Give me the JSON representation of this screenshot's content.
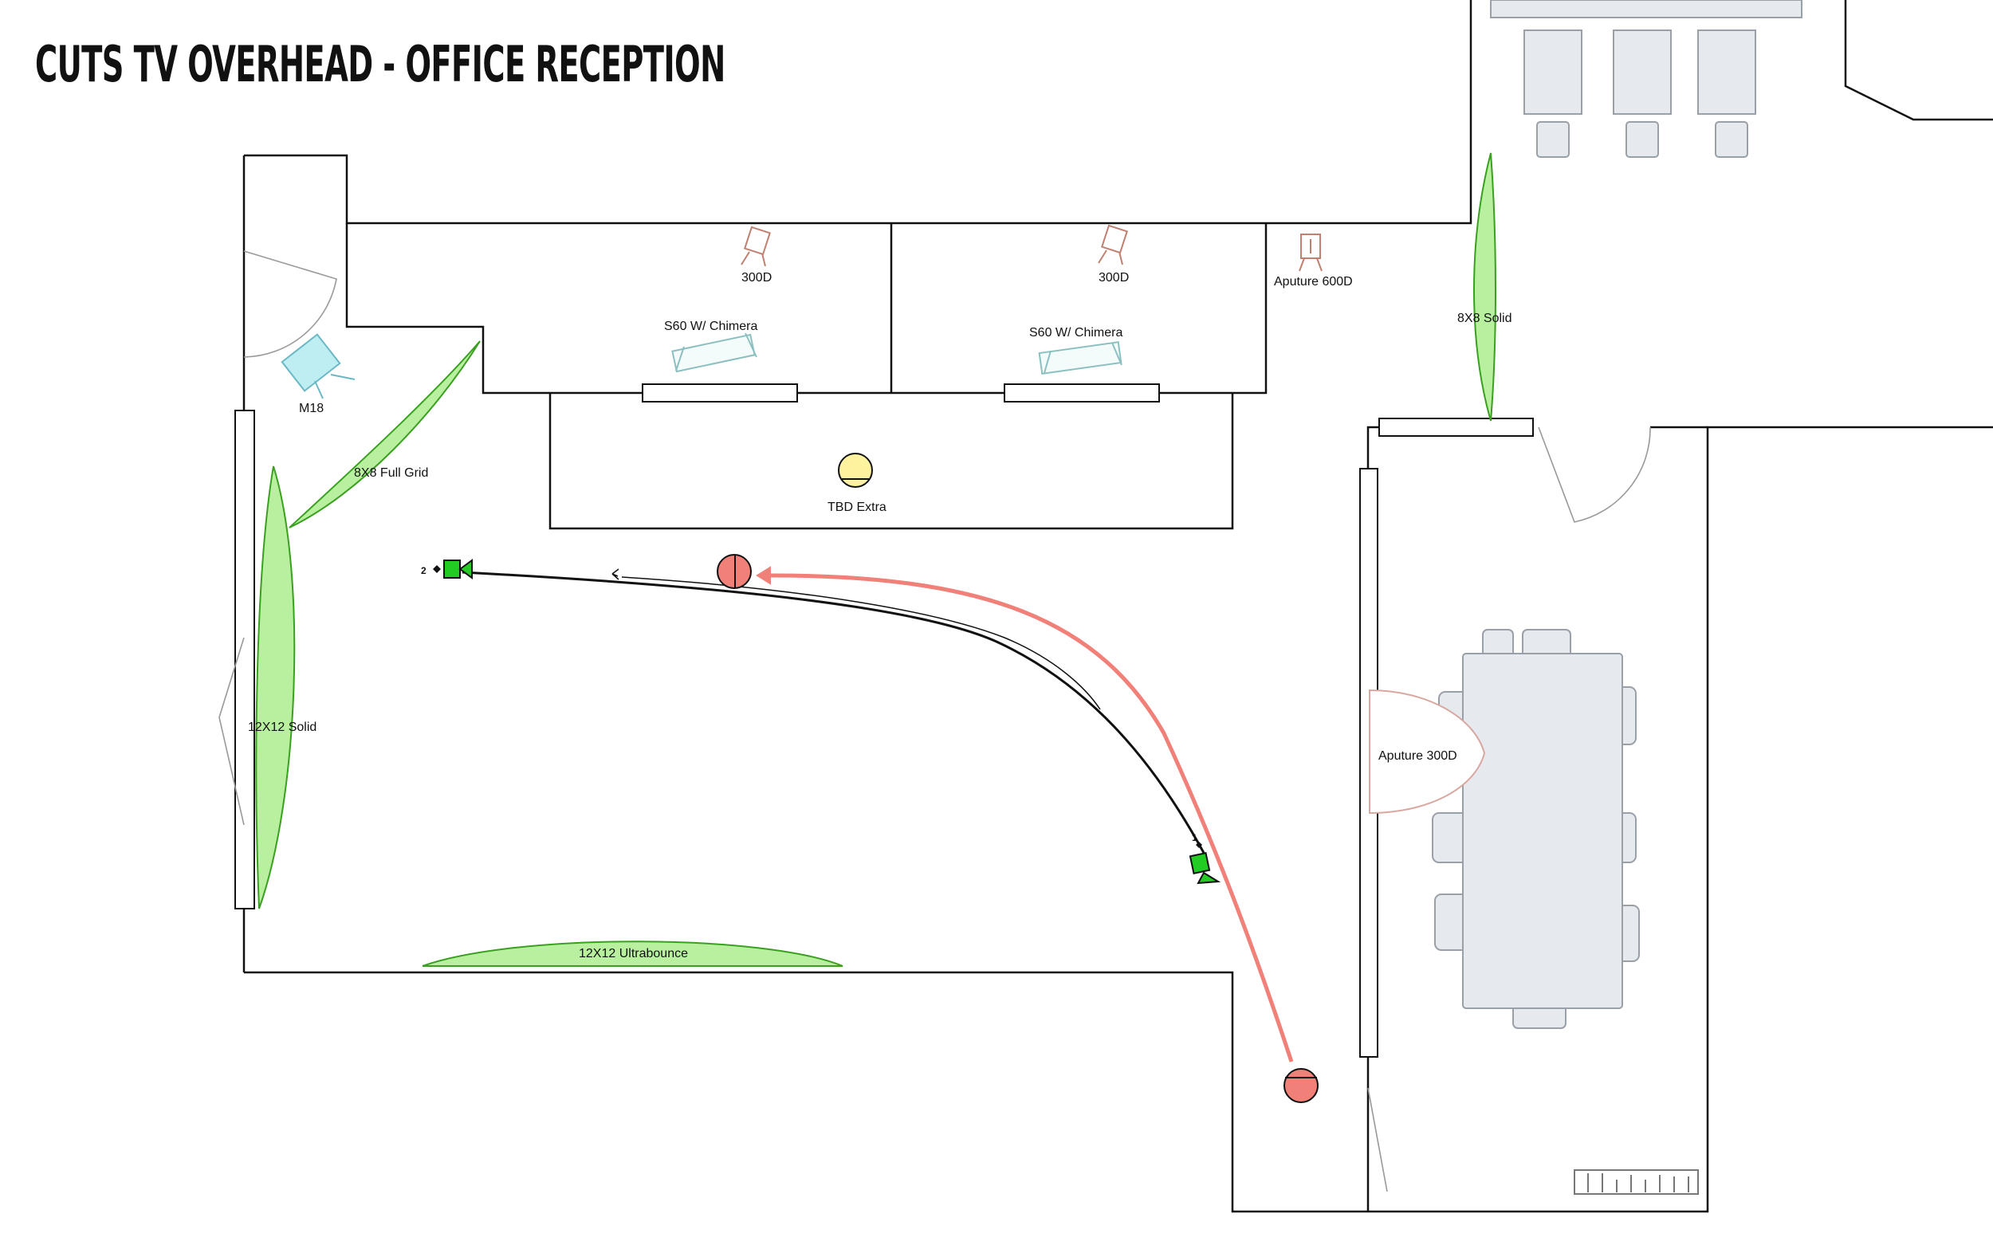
{
  "title": "CUTS TV OVERHEAD - OFFICE RECEPTION",
  "labels": {
    "light_300d_left": "300D",
    "light_300d_right": "300D",
    "aputure_600d": "Aputure 600D",
    "s60_left": "S60 W/ Chimera",
    "s60_right": "S60 W/ Chimera",
    "solid_8x8": "8X8 Solid",
    "m18": "M18",
    "full_grid_8x8": "8X8 Full Grid",
    "tbd_extra": "TBD Extra",
    "solid_12x12": "12X12 Solid",
    "aputure_300d": "Aputure 300D",
    "ultrabounce_12x12": "12X12 Ultrabounce",
    "camera_1": "1",
    "camera_2": "2"
  },
  "colors": {
    "wall": "#111111",
    "flag_fill": "#b8f0a0",
    "flag_stroke": "#3aa020",
    "camera": "#22cc22",
    "actor": "#f08078",
    "actor_path": "#f08078",
    "extra": "#fff3a0",
    "furniture": "#e6e9ee",
    "furniture_stroke": "#9aa0a8",
    "light_stand": "#c08070",
    "kino": "#8cc0c0",
    "m18": "#bfeef2"
  }
}
